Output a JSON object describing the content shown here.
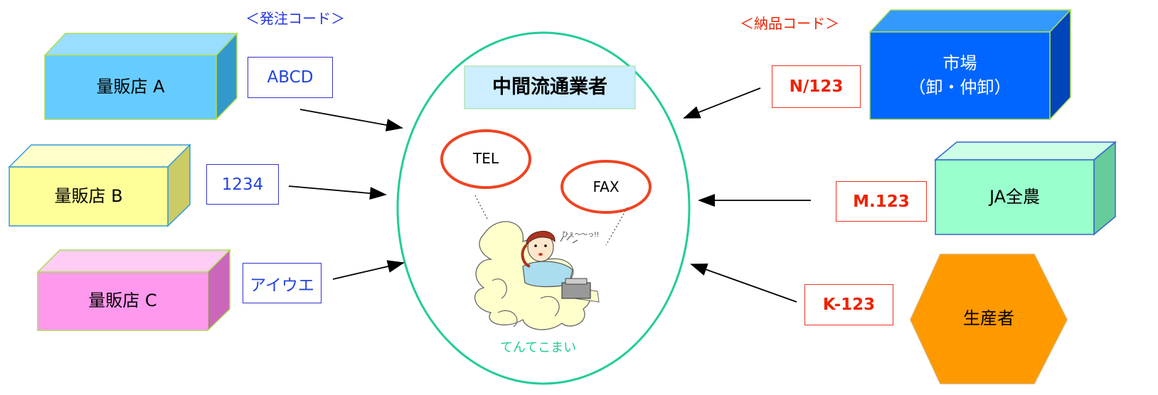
{
  "headers": {
    "order_code": "＜発注コード＞",
    "delivery_code": "＜納品コード＞"
  },
  "center": {
    "title": "中間流通業者",
    "bubble_tel": "TEL",
    "bubble_fax": "FAX",
    "caption": "てんてこまい"
  },
  "retailers": [
    {
      "name": "量販店 A",
      "code": "ABCD",
      "color": "#66ccff"
    },
    {
      "name": "量販店 B",
      "code": "1234",
      "color": "#ffff99"
    },
    {
      "name": "量販店 C",
      "code": "アイウエ",
      "color": "#ff99ee"
    }
  ],
  "suppliers": [
    {
      "name_line1": "市場",
      "name_line2": "（卸・仲卸）",
      "code": "N/123",
      "color": "#0066ff"
    },
    {
      "name": "JA全農",
      "code": "M.123",
      "color": "#99ffcc"
    },
    {
      "name": "生産者",
      "code": "K-123",
      "color": "#ff9900"
    }
  ],
  "colors": {
    "ellipse_border": "#22cc99",
    "left_code": "#2244dd",
    "right_code": "#ee2200",
    "bubble_border": "#ee4422",
    "caption": "#22cc99"
  }
}
